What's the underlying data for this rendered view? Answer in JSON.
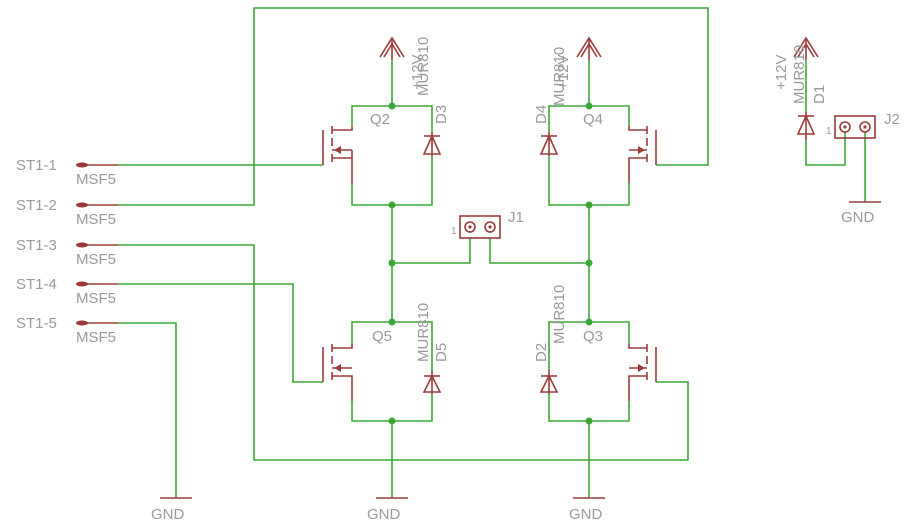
{
  "connectors": {
    "st1_1": "ST1-1",
    "st1_2": "ST1-2",
    "st1_3": "ST1-3",
    "st1_4": "ST1-4",
    "st1_5": "ST1-5",
    "msf5": "MSF5"
  },
  "transistors": {
    "q2": "Q2",
    "q4": "Q4",
    "q5": "Q5",
    "q3": "Q3"
  },
  "diodes": {
    "d3": "D3",
    "d4": "D4",
    "d5": "D5",
    "d2": "D2",
    "d1": "D1",
    "value": "MUR810"
  },
  "jumpers": {
    "j1": "J1",
    "j2": "J2",
    "pin1": "1"
  },
  "power": {
    "vcc": "+12V",
    "gnd": "GND"
  },
  "colors": {
    "wire": "#3aa835",
    "part": "#9c3a3a",
    "label": "#9a9a9a"
  }
}
